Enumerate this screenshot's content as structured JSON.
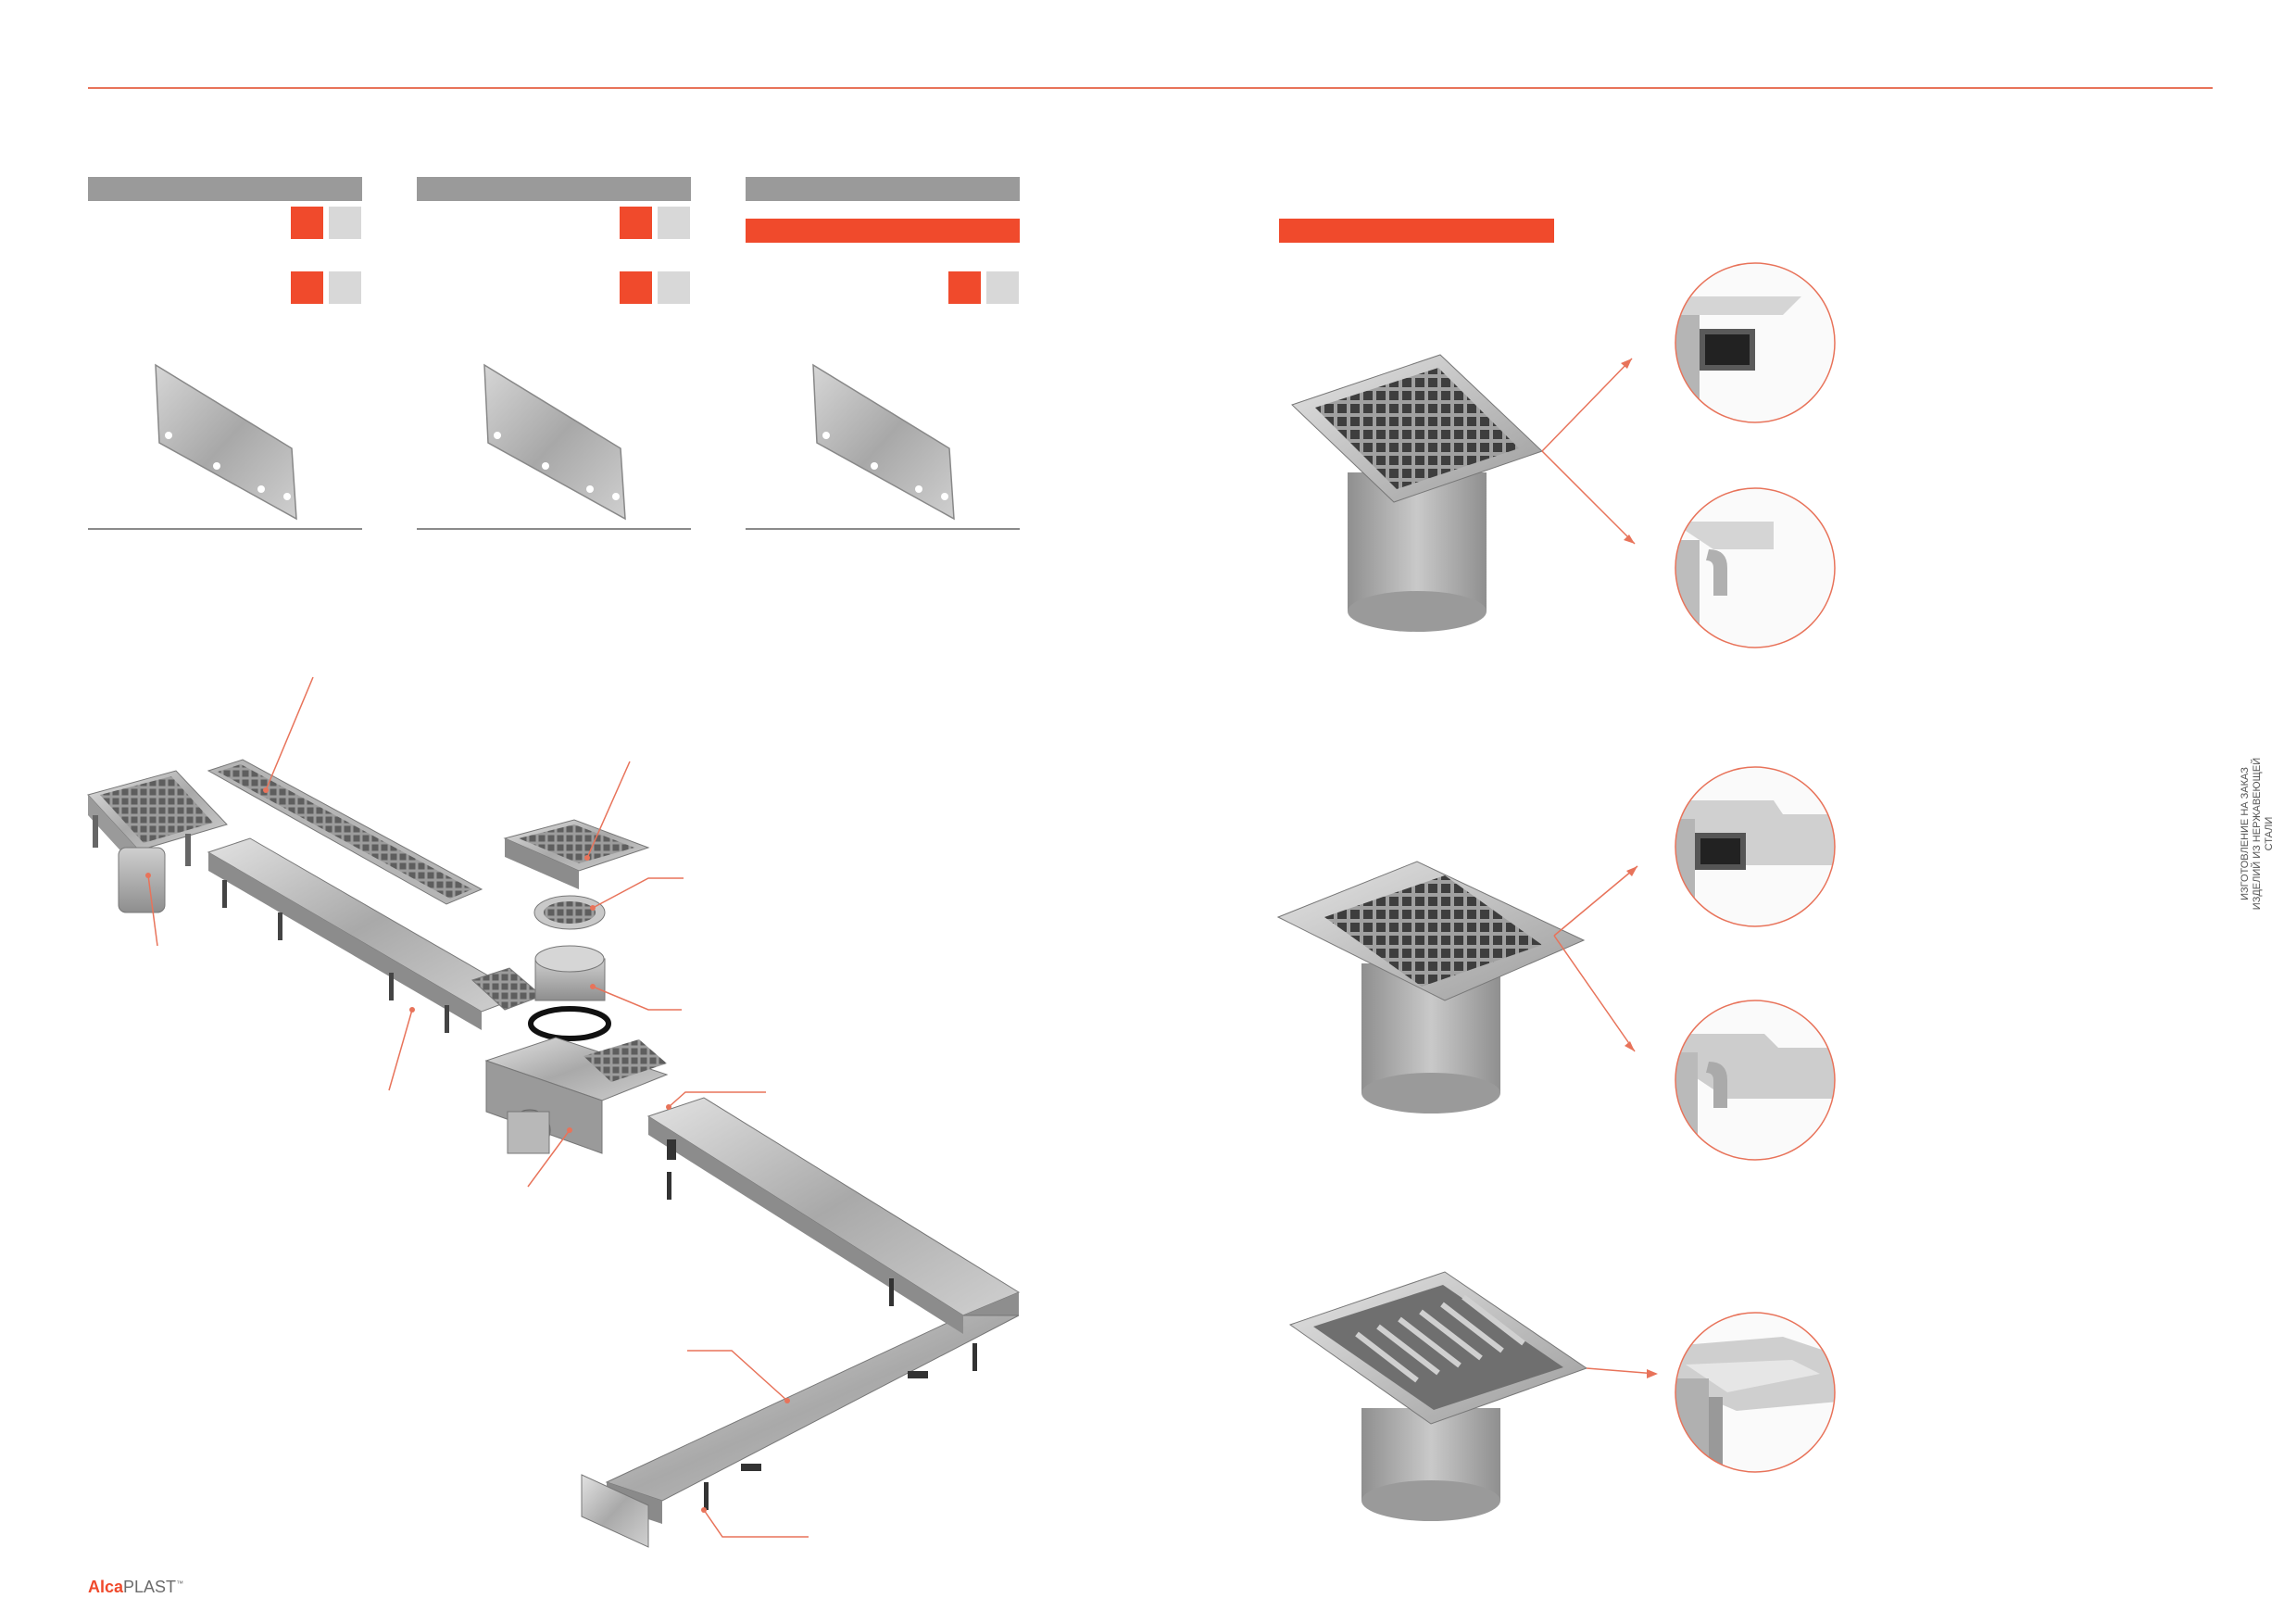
{
  "brand": {
    "name_part1": "Alca",
    "name_part2": "PLAST",
    "trademark": "™",
    "accent_color": "#f04a2c",
    "neutral_color": "#9a9a9a"
  },
  "side_note": {
    "text": "ИЗГОТОВЛЕНИЕ НА ЗАКАЗ ИЗДЕЛИЙ ИЗ НЕРЖАВЕЮЩЕЙ СТАЛИ"
  },
  "icons": {
    "end_plate": "end-cap-plate-icon",
    "drain_square": "square-drain-icon",
    "channel_assembly": "channel-assembly-icon",
    "detail_profile": "edge-profile-detail-icon"
  }
}
